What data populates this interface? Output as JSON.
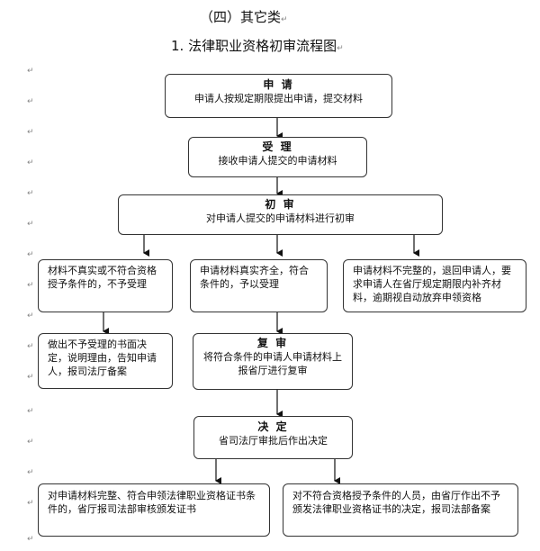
{
  "section_heading": "（四）其它类",
  "diagram_title": "1. 法律职业资格初审流程图",
  "para_mark": "↵",
  "nodes": {
    "apply": {
      "title": "申 请",
      "desc": "申请人按规定期限提出申请，提交材料"
    },
    "accept": {
      "title": "受 理",
      "desc": "接收申请人提交的申请材料"
    },
    "initial_review": {
      "title": "初 审",
      "desc": "对申请人提交的申请材料进行初审"
    },
    "not_real": {
      "text": "材料不真实或不符合资格授予条件的，不予受理"
    },
    "real_complete": {
      "text": "申请材料真实齐全，符合条件的，予以受理"
    },
    "incomplete": {
      "text": "申请材料不完整的，退回申请人，要求申请人在省厅规定期限内补齐材料，逾期视自动放弃申领资格"
    },
    "reject_decision": {
      "text": "做出不予受理的书面决定，说明理由，告知申请人，报司法厅备案"
    },
    "re_review": {
      "title": "复 审",
      "desc": "将符合条件的申请人申请材料上报省厅进行复审"
    },
    "decision": {
      "title": "决 定",
      "desc": "省司法厅审批后作出决定"
    },
    "approve": {
      "text": "对申请材料完整、符合申领法律职业资格证书条件的，省厅报司法部审核颁发证书"
    },
    "deny": {
      "text": "对不符合资格授予条件的人员，由省厅作出不予颁发法律职业资格证书的决定，报司法部备案"
    }
  }
}
